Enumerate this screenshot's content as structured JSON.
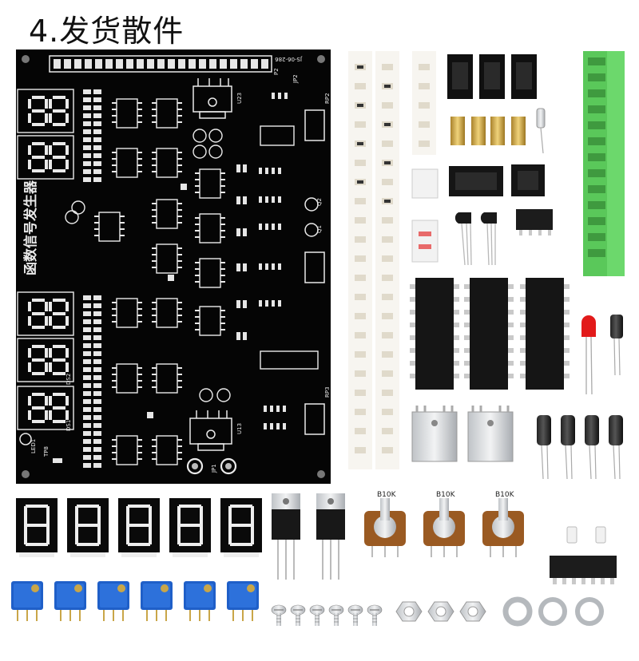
{
  "title": "4.发货散件",
  "board": {
    "name": "函数信号发生器",
    "date_code": "JS-06-286",
    "marks": [
      "P2",
      "JP2",
      "JP1",
      "DS2",
      "DS1",
      "LED1",
      "TP8",
      "U13",
      "U23",
      "Q1",
      "Q2",
      "RP2",
      "RP3"
    ]
  },
  "parts": {
    "pot_label": "B10K"
  },
  "colors": {
    "pcb": "#050505",
    "silkscreen": "#eaeaea",
    "terminal_green": "#5ac85a",
    "ic_body": "#1c1c1c",
    "trimmer_blue": "#1f5fc8",
    "brass": "#d8b55a",
    "led_red": "#e21a1a"
  }
}
